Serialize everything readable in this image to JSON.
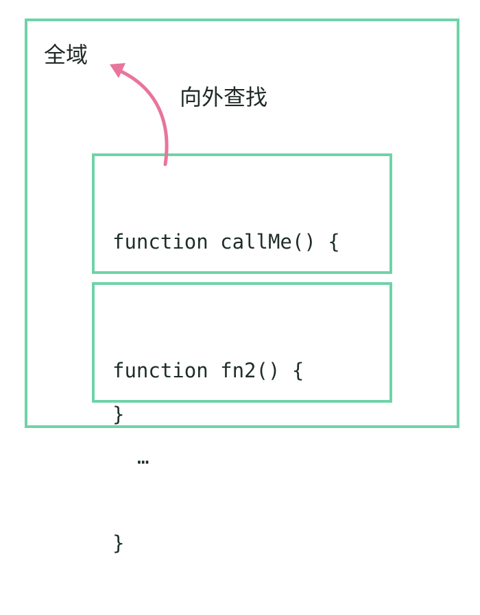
{
  "labels": {
    "global_scope": "全域",
    "lookup_outward": "向外查找"
  },
  "functions": [
    {
      "signature": "function callMe() {",
      "body": "…",
      "closing": "}"
    },
    {
      "signature": "function fn2() {",
      "body": "…",
      "closing": "}"
    }
  ],
  "colors": {
    "scope_border": "#6fd3a8",
    "arrow": "#e8759b",
    "text": "#1f2a27"
  }
}
